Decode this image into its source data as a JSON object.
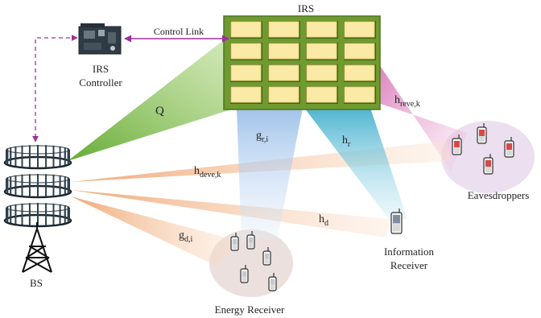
{
  "labels": {
    "irs": "IRS",
    "irs_controller_line1": "IRS",
    "irs_controller_line2": "Controller",
    "control_link": "Control Link",
    "bs": "BS",
    "eavesdroppers": "Eavesdroppers",
    "information_receiver_line1": "Information",
    "information_receiver_line2": "Receiver",
    "energy_receiver": "Energy Receiver"
  },
  "channels": {
    "q": {
      "main": "Q",
      "sub": ""
    },
    "g_ri": {
      "main": "g",
      "sub": "r,i"
    },
    "h_r": {
      "main": "h",
      "sub": "r"
    },
    "h_reve": {
      "main": "h",
      "sub": "reve,k"
    },
    "h_deve": {
      "main": "h",
      "sub": "deve,k"
    },
    "h_d": {
      "main": "h",
      "sub": "d"
    },
    "g_di": {
      "main": "g",
      "sub": "d,i"
    }
  },
  "colors": {
    "irs_board": "#6e9a2f",
    "irs_element": "#fbe9a6",
    "q_beam": "#7dbb3a",
    "reve_beam": "#d76ab3",
    "bs_beam": "#f0b58a",
    "hr_beam": "#55b9d3",
    "gri_beam": "#a9c9ec",
    "control_link": "#a0309a",
    "eaves_ellipse": "#ecdfef",
    "energy_ellipse": "#ebe0dd"
  }
}
